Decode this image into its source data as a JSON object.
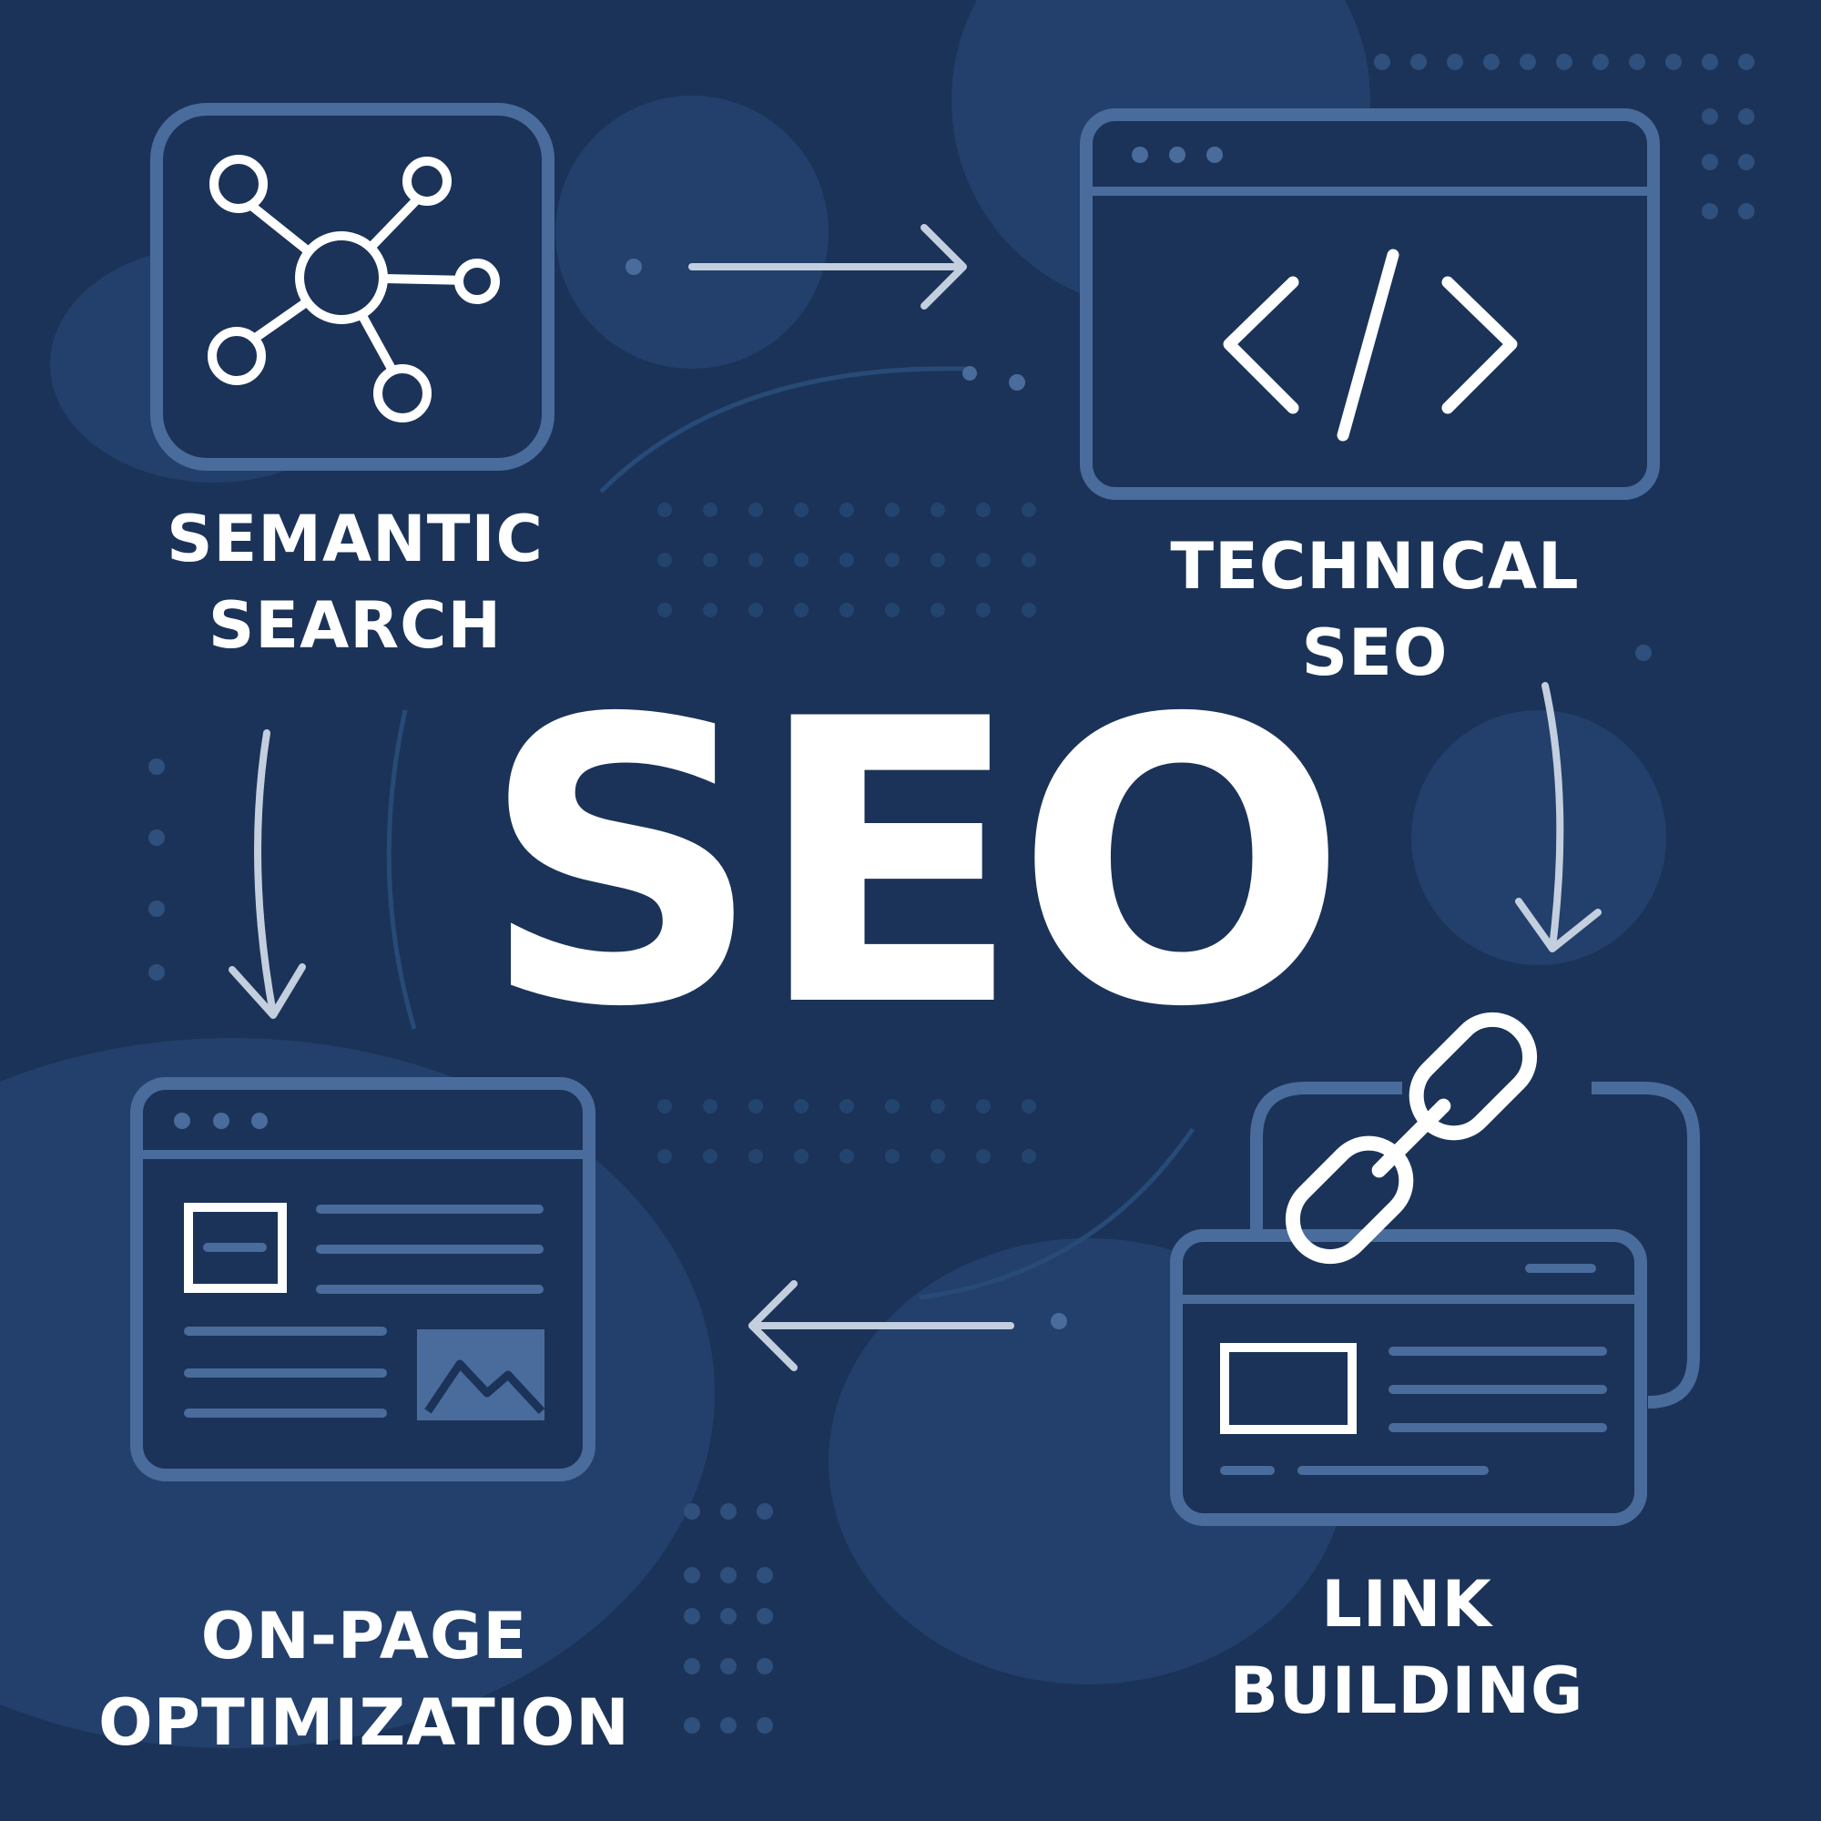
{
  "title": "SEO",
  "nodes": {
    "semantic_search": {
      "line1": "SEMANTIC",
      "line2": "SEARCH",
      "icon": "network-graph-icon"
    },
    "technical_seo": {
      "line1": "TECHNICAL",
      "line2": "SEO",
      "icon": "code-window-icon"
    },
    "link_building": {
      "line1": "LINK",
      "line2": "BUILDING",
      "icon": "chain-link-icon"
    },
    "on_page_optimization": {
      "line1": "ON-PAGE",
      "line2": "OPTIMIZATION",
      "icon": "webpage-layout-icon"
    }
  },
  "flow": [
    {
      "from": "semantic_search",
      "to": "technical_seo"
    },
    {
      "from": "technical_seo",
      "to": "link_building"
    },
    {
      "from": "link_building",
      "to": "on_page_optimization"
    },
    {
      "from": "semantic_search",
      "to": "on_page_optimization"
    }
  ],
  "colors": {
    "background": "#1b3358",
    "blob": "#22406b",
    "outline": "#4a6c9c",
    "icon_white": "#ffffff",
    "arrow": "#c3cfdf",
    "dots": "#2f4f7c"
  }
}
